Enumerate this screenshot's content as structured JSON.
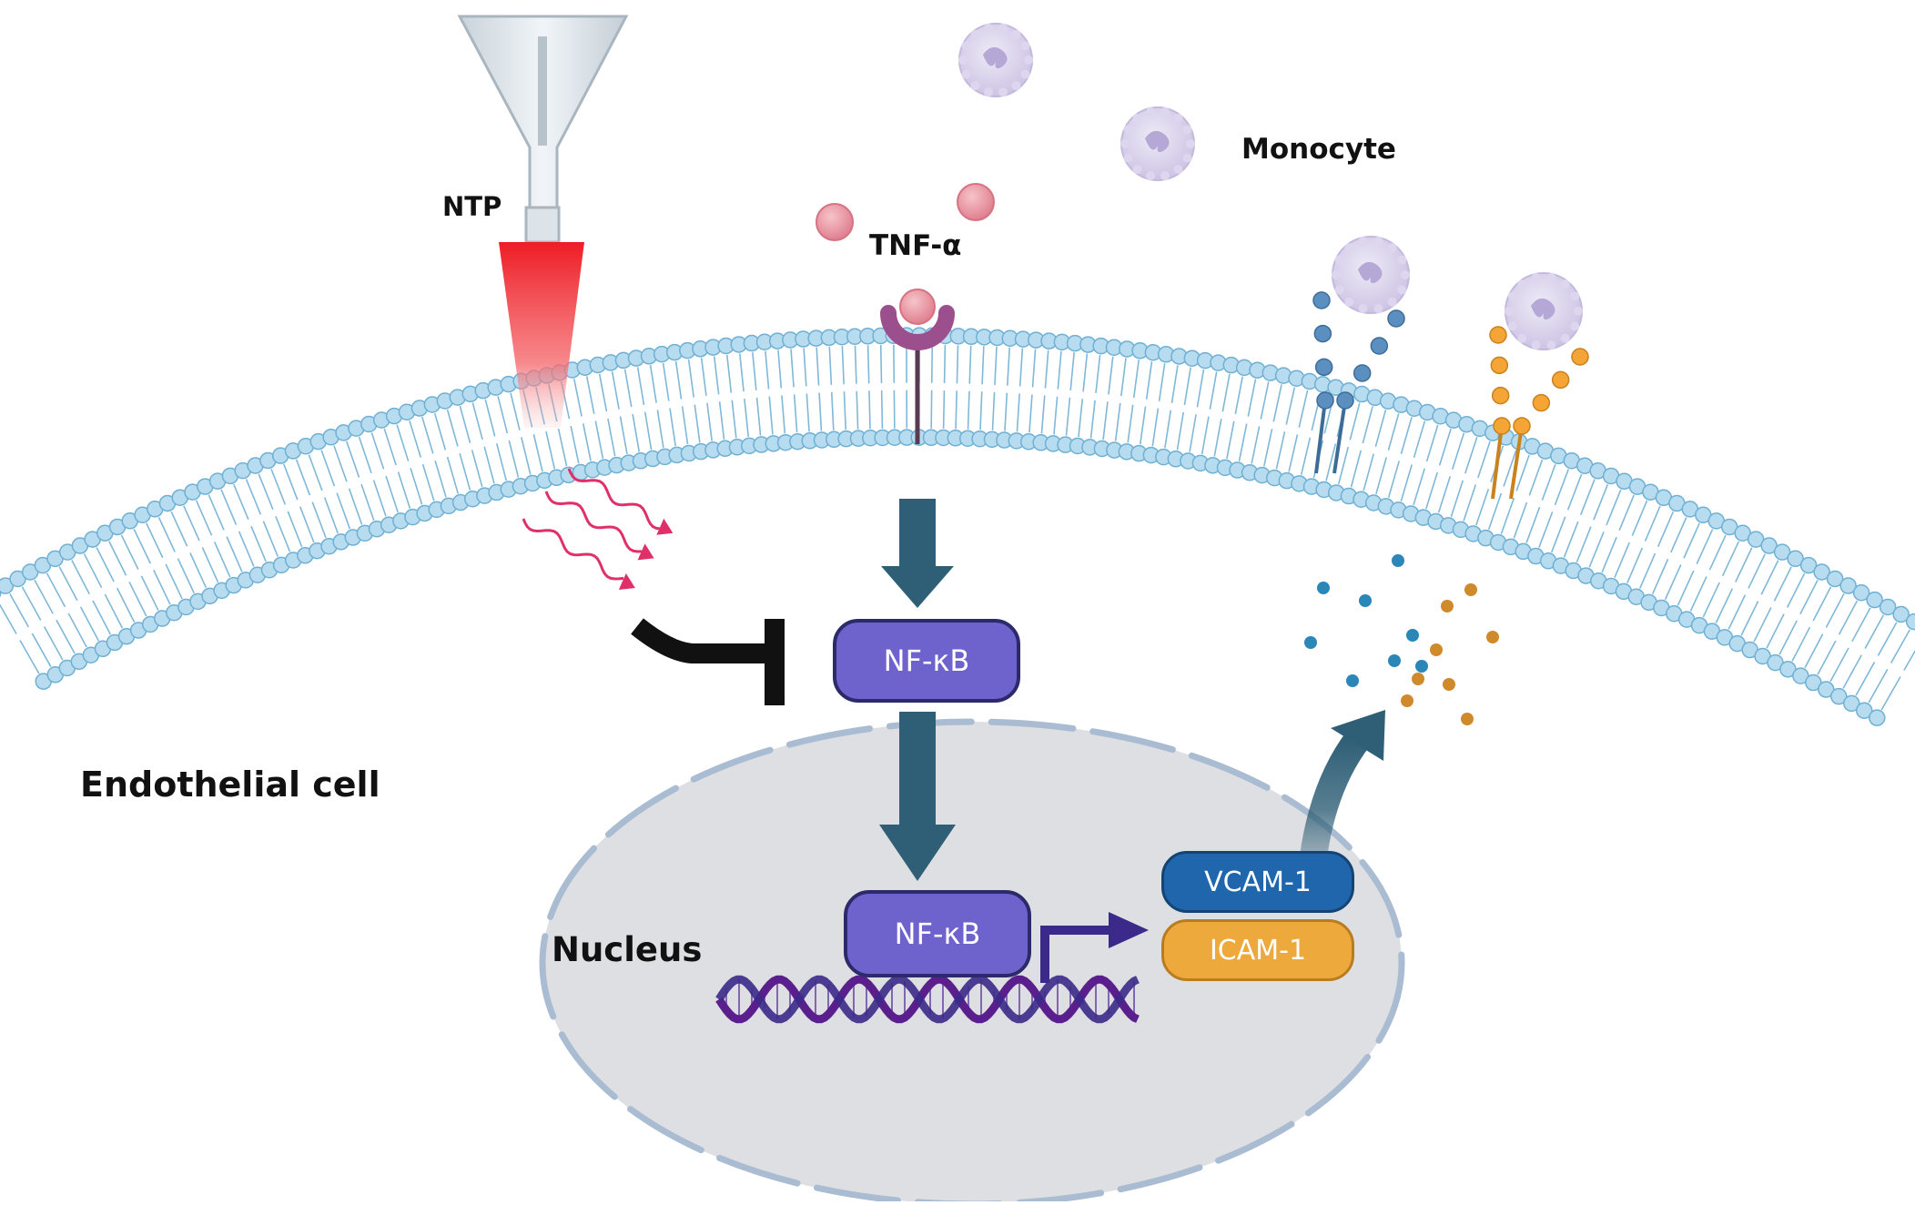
{
  "labels": {
    "ntp": "NTP",
    "tnf": "TNF-α",
    "monocyte": "Monocyte",
    "endothelial": "Endothelial cell",
    "nucleus": "Nucleus",
    "nfkb_cyto": "NF-κB",
    "nfkb_nuc": "NF-κB",
    "vcam": "VCAM-1",
    "icam": "ICAM-1"
  },
  "colors": {
    "membrane_head": "#b7dcef",
    "membrane_head_stroke": "#6fb0d4",
    "nfkb": "#6e62cc",
    "vcam": "#1f66ad",
    "icam": "#eea93c",
    "arrow": "#2f5f76",
    "tnf": "#e8909c",
    "monocyte": "#d7d0ea",
    "nucleus": "#dedfe2",
    "beam": "#ee1c24",
    "dna_a": "#5a1f8c",
    "dna_b": "#3b2a8a"
  }
}
